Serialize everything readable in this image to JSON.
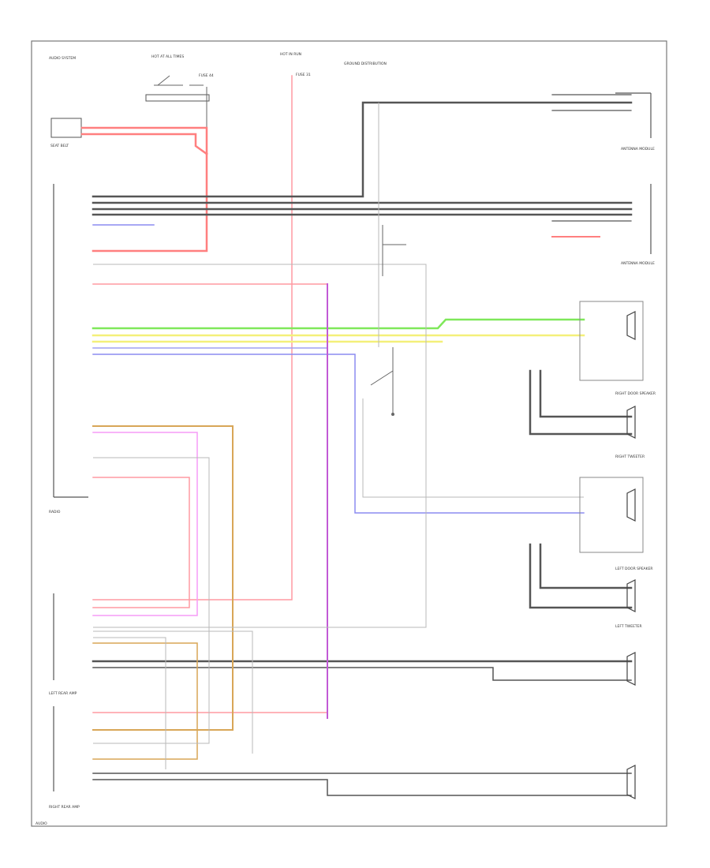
{
  "diagram": {
    "colors": {
      "red": "#ff7f7f",
      "pink": "#ff9aa2",
      "black": "#555555",
      "green": "#7fe85a",
      "yellow": "#f4f07a",
      "blue": "#8c8cf0",
      "violet": "#c15ad6",
      "magenta": "#f59cf7",
      "tan": "#d8a657",
      "gray": "#bdbdbd"
    },
    "labels": {
      "header_left": "AUDIO SYSTEM",
      "top_fuse": "HOT AT ALL TIMES",
      "top_fuse2": "FUSE 44",
      "ignition": "HOT IN RUN",
      "ignition2": "FUSE 31",
      "ground_note": "GROUND DISTRIBUTION",
      "seat_module": "SEAT BELT",
      "radio": "RADIO",
      "left_door_speaker": "LEFT DOOR SPEAKER",
      "right_door_speaker": "RIGHT DOOR SPEAKER",
      "left_tweeter": "LEFT TWEETER",
      "right_tweeter": "RIGHT TWEETER",
      "antenna_1": "ANTENNA MODULE",
      "antenna_2": "ANTENNA MODULE",
      "left_amp": "LEFT REAR AMP",
      "right_amp": "RIGHT REAR AMP",
      "footer": "AUDIO"
    }
  }
}
